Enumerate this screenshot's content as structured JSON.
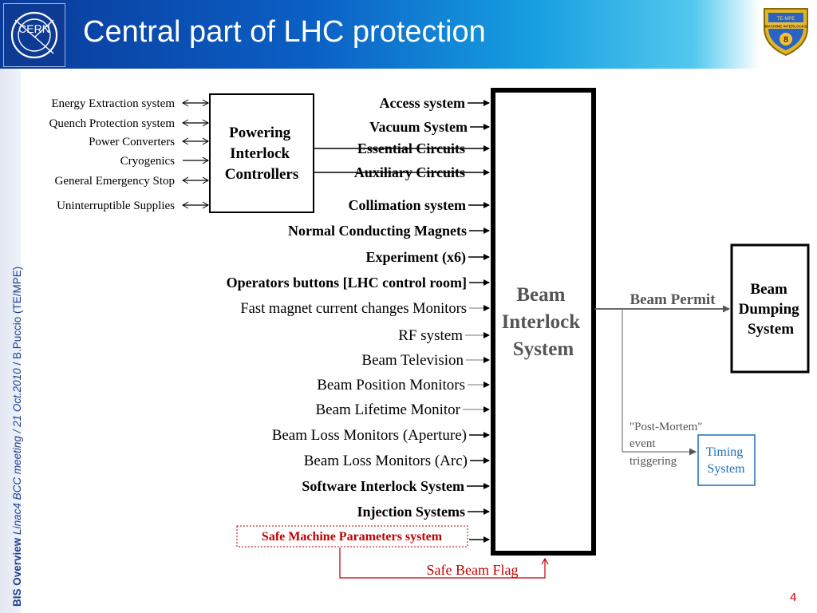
{
  "slide": {
    "title": "Central part of LHC protection",
    "page_number": "4",
    "side_bold": "BIS Overview",
    "side_italic": "Linac4 BCC meeting / 21 Oct.2010",
    "side_plain": "/ B.Puccio (TE/MPE)",
    "logo_text": "CERN",
    "badge_top": "TE-MPE",
    "badge_mid": "MACHINE INTERLOCKS",
    "badge_num": "8"
  },
  "diagram": {
    "pic_box_label": [
      "Powering",
      "Interlock",
      "Controllers"
    ],
    "pic_inputs": [
      "Energy Extraction system",
      "Quench Protection system",
      "Power Converters",
      "Cryogenics",
      "General Emergency Stop",
      "Uninterruptible Supplies"
    ],
    "bis_inputs": [
      "Access system",
      "Vacuum System",
      "Essential Circuits",
      "Auxiliary Circuits",
      "Collimation system",
      "Normal Conducting Magnets",
      "Experiment (x6)",
      "Operators buttons [LHC control room]",
      "Fast magnet current changes Monitors",
      "RF system",
      "Beam Television",
      "Beam Position Monitors",
      "Beam Lifetime Monitor",
      "Beam Loss Monitors (Aperture)",
      "Beam Loss Monitors (Arc)",
      "Software Interlock System",
      "Injection Systems"
    ],
    "smp_label": "Safe Machine Parameters system",
    "bis_label": [
      "Beam",
      "Interlock",
      "System"
    ],
    "beam_permit_label": "Beam Permit",
    "bds_label": [
      "Beam",
      "Dumping",
      "System"
    ],
    "post_mortem_label": [
      "\"Post-Mortem\"",
      "event",
      "triggering"
    ],
    "timing_label": [
      "Timing",
      "System"
    ],
    "safe_beam_flag_label": "Safe Beam Flag",
    "colors": {
      "black": "#000000",
      "gray": "#555555",
      "red": "#c00000",
      "blue": "#1a6fb8"
    }
  }
}
